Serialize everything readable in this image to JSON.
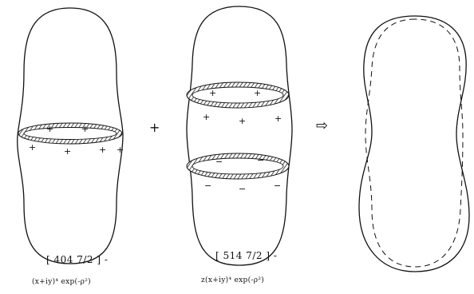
{
  "panels": [
    {
      "id": "left",
      "state": "[ 404 7/2 ] -",
      "wavefunction": "(x+iy)⁴ exp(-ρ²)",
      "rings": [
        {
          "signs_above": [
            "+",
            "+"
          ],
          "signs_below": [
            "+",
            "+",
            "+",
            "+"
          ]
        }
      ]
    },
    {
      "id": "middle",
      "state": "[ 514 7/2 ] -",
      "wavefunction": "z(x+iy)⁴ exp(-ρ²)",
      "rings": [
        {
          "signs_above": [
            "+",
            "+"
          ],
          "signs_below": [
            "+",
            "+",
            "+",
            "+"
          ]
        },
        {
          "signs_above": [
            "−",
            "−"
          ],
          "signs_below": [
            "−",
            "−",
            "−",
            "−"
          ]
        }
      ]
    },
    {
      "id": "right",
      "state": "",
      "wavefunction": "",
      "rings": []
    }
  ],
  "operators": {
    "plus": "+",
    "arrow": "⇨"
  }
}
